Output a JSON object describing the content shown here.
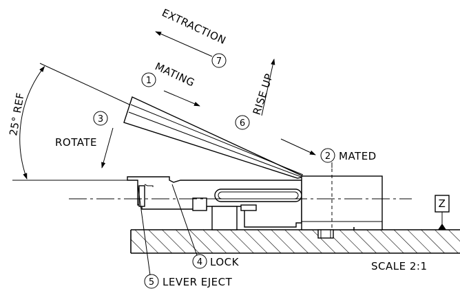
{
  "labels": {
    "extraction": "EXTRACTION",
    "mating": "MATING",
    "rise_up": "RISE UP",
    "rotate": "ROTATE",
    "mated": "MATED",
    "lock": "LOCK",
    "lever_eject": "LEVER EJECT",
    "angle": "25°  REF",
    "scale": "SCALE 2:1",
    "datum": "Z"
  },
  "steps": {
    "mating": "1",
    "mated": "2",
    "rotate": "3",
    "lock": "4",
    "lever_eject": "5",
    "rise_up": "6",
    "extraction": "7"
  }
}
